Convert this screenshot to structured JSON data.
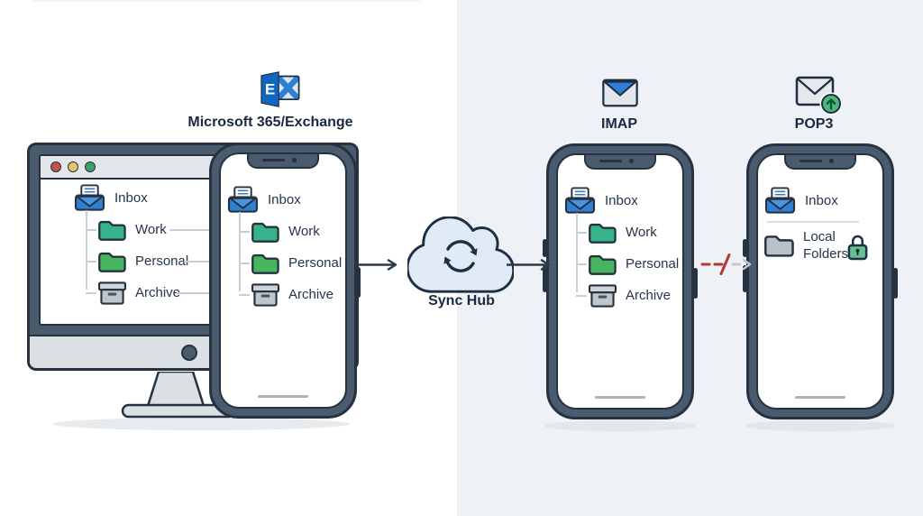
{
  "background": {
    "left_panel": "#ffffff",
    "right_panel": "#eef2f6"
  },
  "headers": {
    "exchange": "Microsoft 365/Exchange",
    "sync_hub": "Sync Hub",
    "imap": "IMAP",
    "pop3": "POP3"
  },
  "icons": {
    "exchange": "exchange-logo-icon",
    "sync_hub": "cloud-sync-icon",
    "imap": "envelope-blue-flap-icon",
    "pop3": "envelope-green-upload-icon",
    "inbox": "open-envelope-icon",
    "folder": "folder-icon",
    "archive": "archive-box-icon",
    "lock": "green-lock-icon"
  },
  "folder_tree": {
    "root": {
      "label": "Inbox",
      "color": "#2f80d2"
    },
    "children": [
      {
        "label": "Work",
        "color": "#36b389"
      },
      {
        "label": "Personal",
        "color": "#47b55f"
      },
      {
        "label": "Archive",
        "color": "#bec5cb"
      }
    ]
  },
  "pop3_screen": {
    "inbox_label": "Inbox",
    "local_folders_label": "Local Folders",
    "local_folder_color": "#b9c0c7",
    "lock_color": "#63c18d"
  },
  "connections": {
    "exchange_to_hub": {
      "type": "solid-arrow",
      "color": "#2c3947"
    },
    "hub_to_imap": {
      "type": "solid-arrow",
      "color": "#2c3947"
    },
    "imap_to_pop3": {
      "type": "broken-dashed-arrow",
      "dash_color": "#b13a31",
      "fade_color": "#c3c9cf"
    }
  },
  "monitor": {
    "traffic_lights": [
      "#c4524b",
      "#e3c46b",
      "#3f9f6d"
    ]
  }
}
